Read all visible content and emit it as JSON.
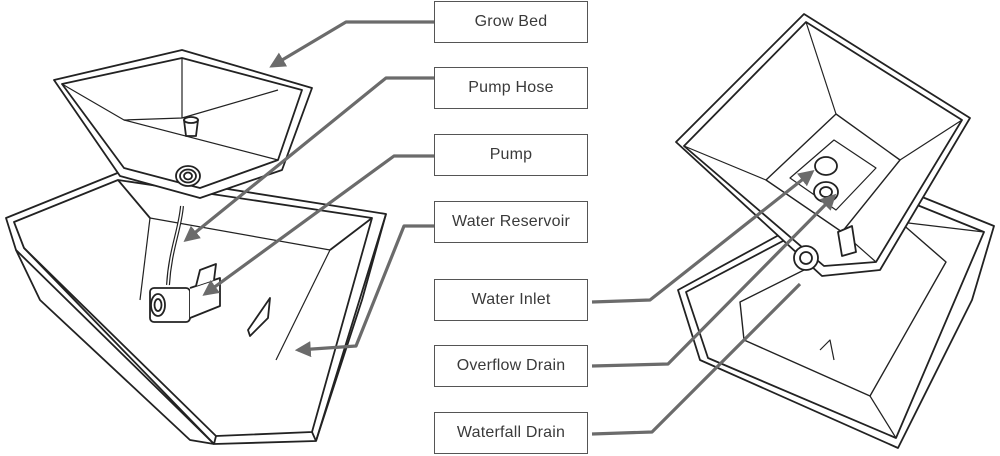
{
  "labels": {
    "grow_bed": "Grow Bed",
    "pump_hose": "Pump Hose",
    "pump": "Pump",
    "water_reservoir": "Water Reservoir",
    "water_inlet": "Water Inlet",
    "overflow_drain": "Overflow Drain",
    "waterfall_drain": "Waterfall Drain"
  },
  "colors": {
    "line": "#222222",
    "leader": "#6b6b6b",
    "box_border": "#555555",
    "text": "#3a3a3a"
  }
}
